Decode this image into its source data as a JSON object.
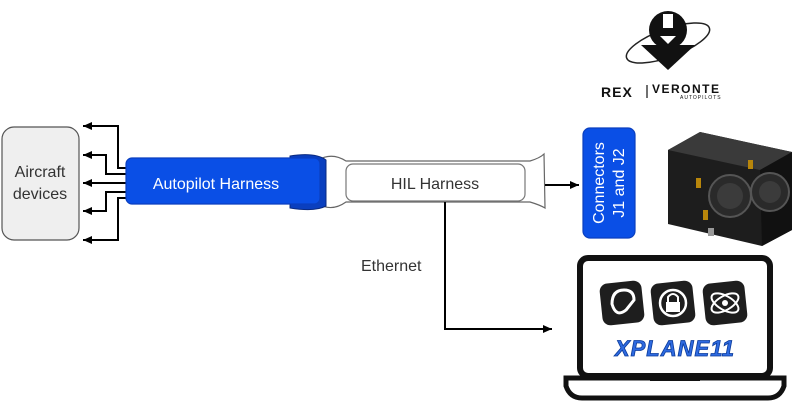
{
  "nodes": {
    "aircraft_devices": {
      "line1": "Aircraft",
      "line2": "devices"
    },
    "autopilot_harness": {
      "label": "Autopilot Harness"
    },
    "hil_harness": {
      "label": "HIL Harness"
    },
    "connectors": {
      "line1": "Connectors",
      "line2": "J1 and J2"
    },
    "ethernet": {
      "label": "Ethernet"
    }
  },
  "logo": {
    "left_text": "REX",
    "right_text": "VERONTE",
    "sub_text": "AUTOPILOTS"
  },
  "laptop": {
    "app_icons": [
      "cloud-link-icon",
      "lock-app-icon",
      "orbit-app-icon"
    ],
    "banner_text": "XPLANE11"
  },
  "colors": {
    "harness_blue": "#0a4fe6",
    "harness_dark_blue": "#0a3fbf",
    "device_gray": "#efefef",
    "banner_blue": "#2e6ae0"
  }
}
